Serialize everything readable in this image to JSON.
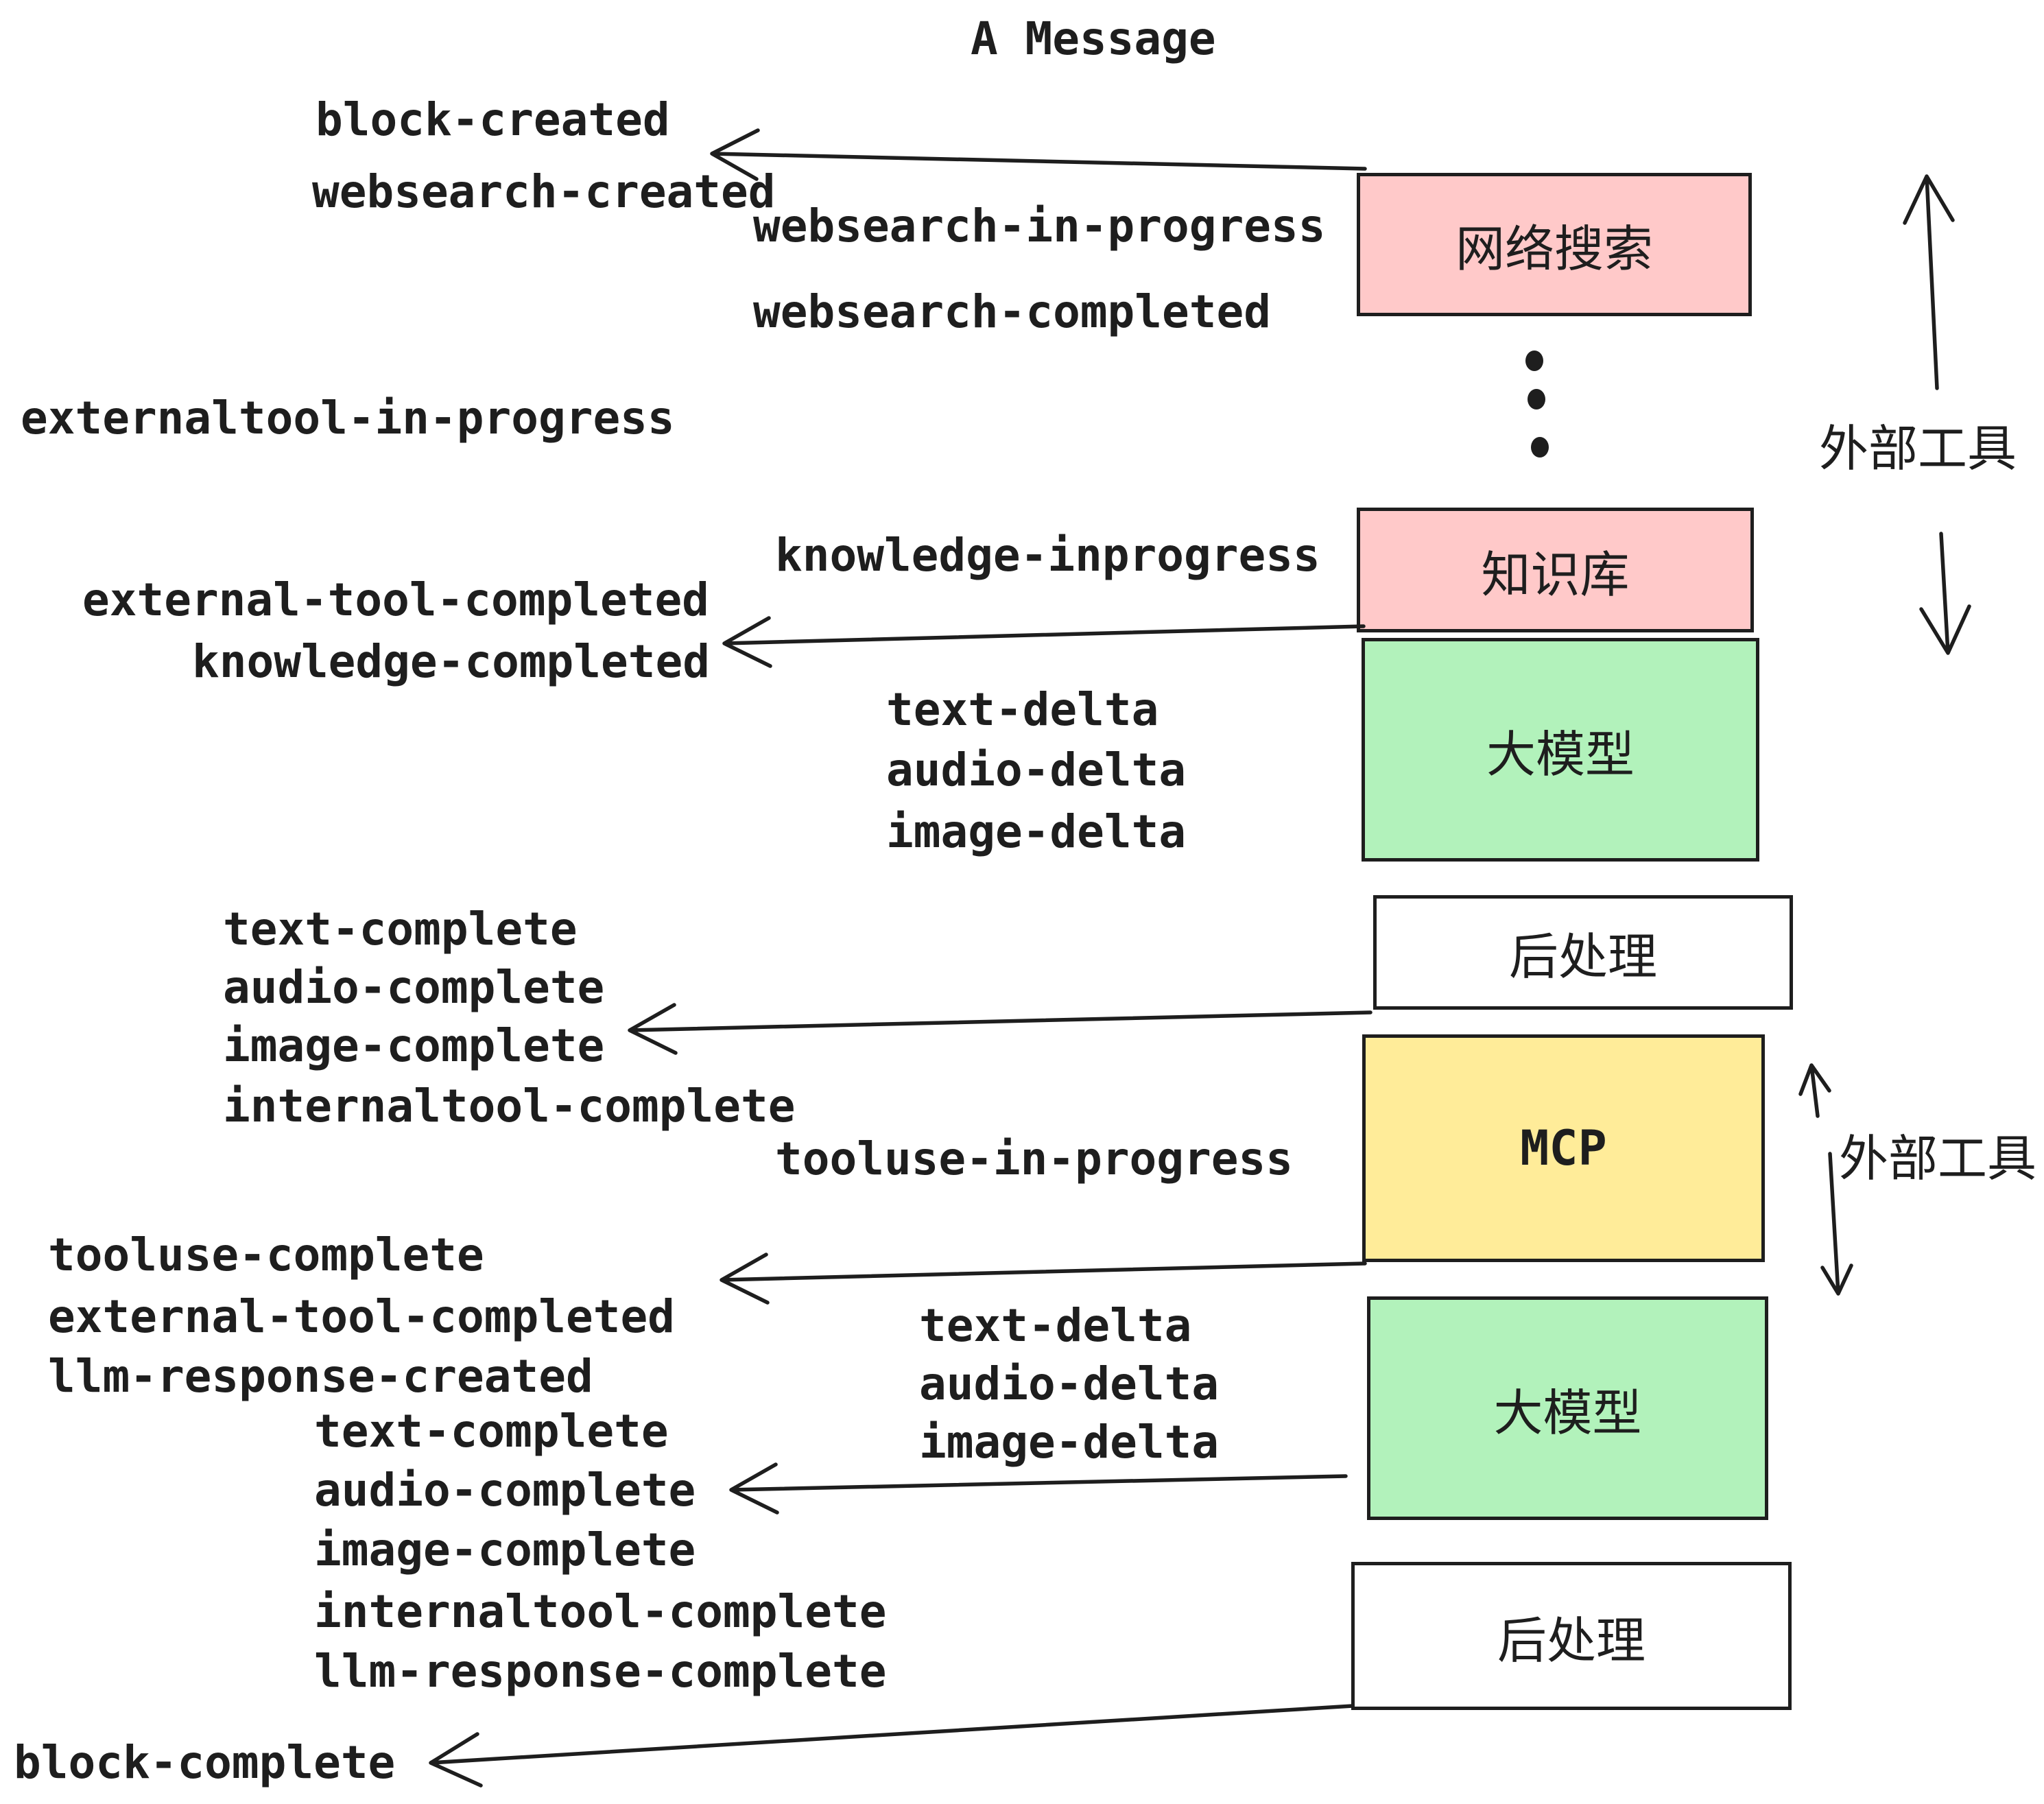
{
  "title": "A Message",
  "events": {
    "block_created": "block-created",
    "websearch_created": "websearch-created",
    "websearch_in_progress": "websearch-in-progress",
    "websearch_completed": "websearch-completed",
    "externaltool_in_progress": "externaltool-in-progress",
    "knowledge_inprogress": "knowledge-inprogress",
    "external_tool_completed": "external-tool-completed",
    "knowledge_completed": "knowledge-completed",
    "text_delta": "text-delta",
    "audio_delta": "audio-delta",
    "image_delta": "image-delta",
    "text_complete": "text-complete",
    "audio_complete": "audio-complete",
    "image_complete": "image-complete",
    "internaltool_complete": "internaltool-complete",
    "tooluse_in_progress": "tooluse-in-progress",
    "tooluse_complete": "tooluse-complete",
    "llm_response_created": "llm-response-created",
    "llm_response_complete": "llm-response-complete",
    "block_complete": "block-complete"
  },
  "boxes": {
    "websearch": "网络搜索",
    "knowledge": "知识库",
    "llm": "大模型",
    "postprocess": "后处理",
    "mcp": "MCP"
  },
  "side_labels": {
    "external_tools": "外部工具"
  },
  "colors": {
    "box_pink": "#ffc9c9",
    "box_green": "#b2f2bb",
    "box_yellow": "#ffec99",
    "box_white": "#ffffff",
    "stroke": "#1e1e1e"
  }
}
